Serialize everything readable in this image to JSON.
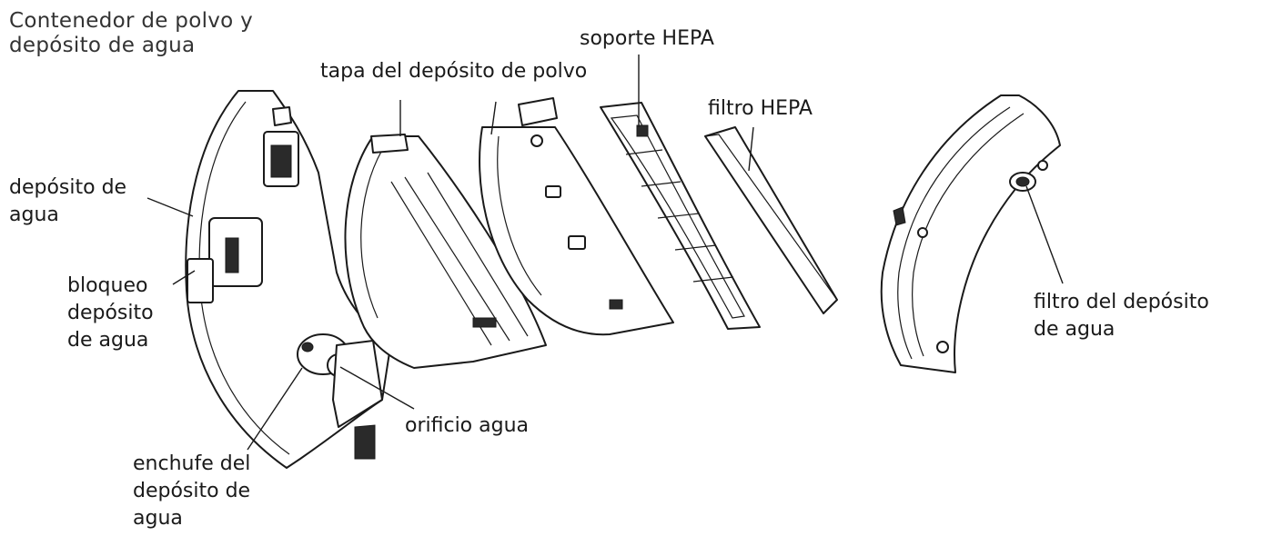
{
  "title": {
    "line1": "Contenedor de polvo y",
    "line2": "depósito de agua"
  },
  "labels": {
    "hepa_holder": "soporte HEPA",
    "dust_lid": "tapa del depósito de polvo",
    "hepa_filter": "filtro HEPA",
    "water_tank": {
      "line1": "depósito de",
      "line2": "agua"
    },
    "tank_lock": {
      "line1": "bloqueo",
      "line2": "depósito",
      "line3": "de agua"
    },
    "water_hole": "orificio agua",
    "tank_plug": {
      "line1": "enchufe del",
      "line2": "depósito de",
      "line3": "agua"
    },
    "tank_filter": {
      "line1": "filtro del depósito",
      "line2": "de agua"
    }
  }
}
